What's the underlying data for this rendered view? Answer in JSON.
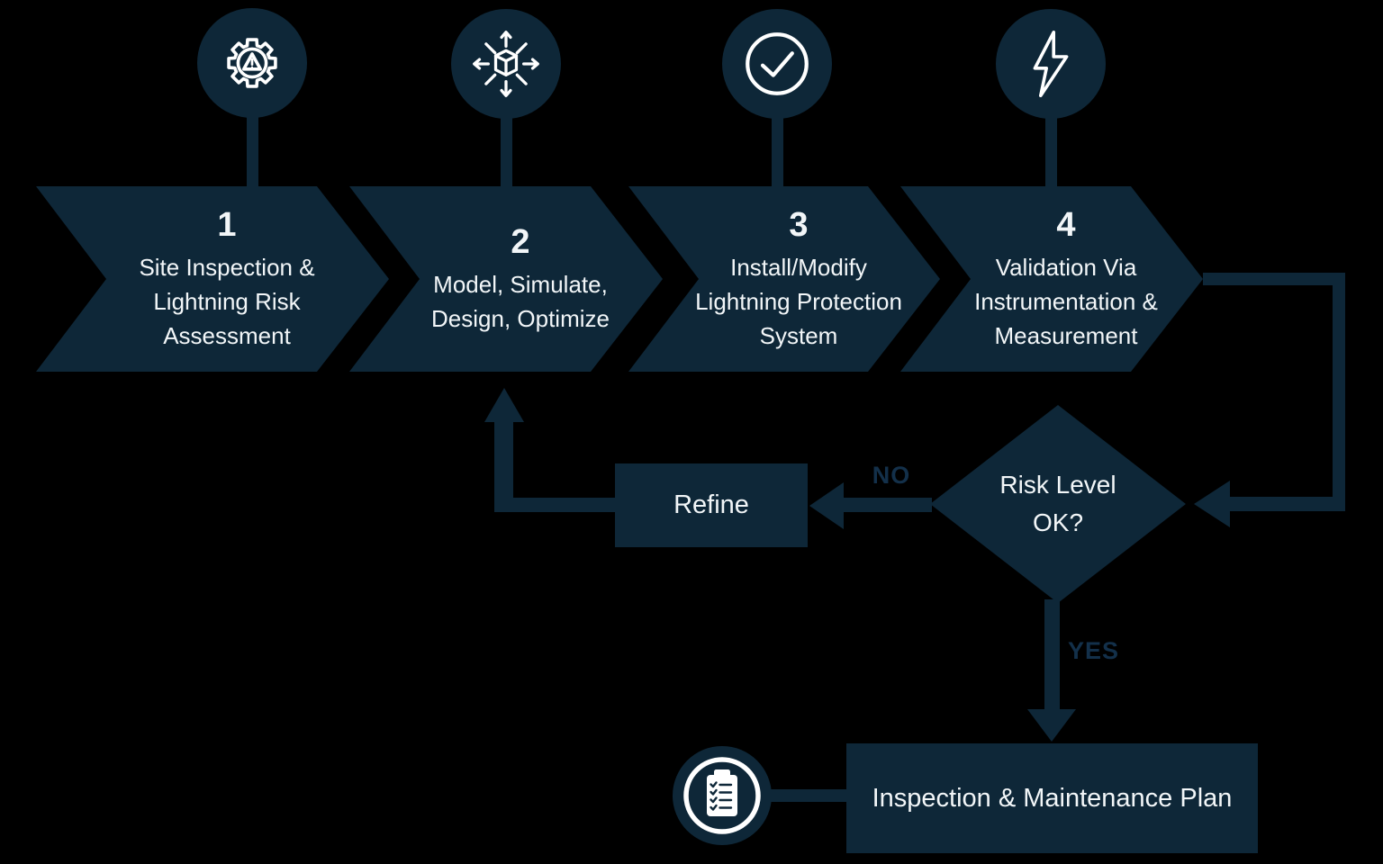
{
  "colors": {
    "background": "#000000",
    "shape": "#0e2738",
    "label": "#f2f6f8",
    "branch_label": "#13304a",
    "icon_stroke": "#ffffff"
  },
  "steps": [
    {
      "number": "1",
      "icon": "gear-alert-icon",
      "lines": [
        "Site Inspection &",
        "Lightning Risk",
        "Assessment"
      ]
    },
    {
      "number": "2",
      "icon": "cube-expand-icon",
      "lines": [
        "Model, Simulate,",
        "Design, Optimize"
      ]
    },
    {
      "number": "3",
      "icon": "check-circle-icon",
      "lines": [
        "Install/Modify",
        "Lightning Protection",
        "System"
      ]
    },
    {
      "number": "4",
      "icon": "lightning-bolt-icon",
      "lines": [
        "Validation Via",
        "Instrumentation &",
        "Measurement"
      ]
    }
  ],
  "decision": {
    "lines": [
      "Risk Level",
      "OK?"
    ],
    "no_label": "NO",
    "yes_label": "YES"
  },
  "refine_label": "Refine",
  "plan": {
    "icon": "clipboard-checklist-icon",
    "label": "Inspection & Maintenance Plan"
  }
}
